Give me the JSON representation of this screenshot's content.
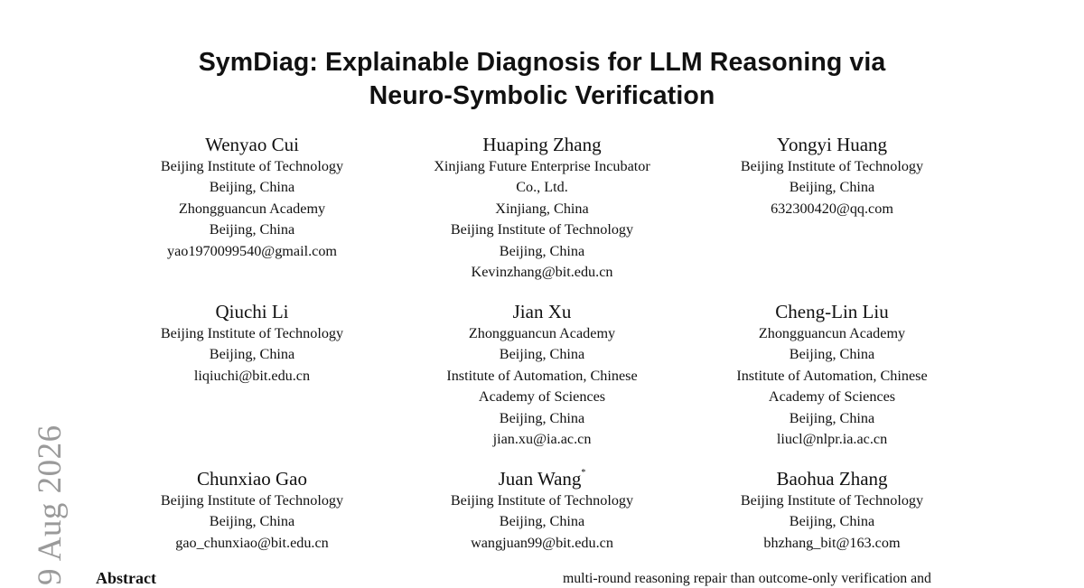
{
  "paper": {
    "title_lines": [
      "SymDiag: Explainable Diagnosis for LLM Reasoning via",
      "Neuro-Symbolic Verification"
    ],
    "authors": [
      {
        "name": "Wenyao Cui",
        "marker": "",
        "lines": [
          "Beijing Institute of Technology",
          "Beijing, China",
          "Zhongguancun Academy",
          "Beijing, China",
          "yao1970099540@gmail.com"
        ]
      },
      {
        "name": "Huaping Zhang",
        "marker": "",
        "lines": [
          "Xinjiang Future Enterprise Incubator",
          "Co., Ltd.",
          "Xinjiang, China",
          "Beijing Institute of Technology",
          "Beijing, China",
          "Kevinzhang@bit.edu.cn"
        ]
      },
      {
        "name": "Yongyi Huang",
        "marker": "",
        "lines": [
          "Beijing Institute of Technology",
          "Beijing, China",
          "632300420@qq.com"
        ]
      },
      {
        "name": "Qiuchi Li",
        "marker": "",
        "lines": [
          "Beijing Institute of Technology",
          "Beijing, China",
          "liqiuchi@bit.edu.cn"
        ]
      },
      {
        "name": "Jian Xu",
        "marker": "",
        "lines": [
          "Zhongguancun Academy",
          "Beijing, China",
          "Institute of Automation, Chinese",
          "Academy of Sciences",
          "Beijing, China",
          "jian.xu@ia.ac.cn"
        ]
      },
      {
        "name": "Cheng-Lin Liu",
        "marker": "",
        "lines": [
          "Zhongguancun Academy",
          "Beijing, China",
          "Institute of Automation, Chinese",
          "Academy of Sciences",
          "Beijing, China",
          "liucl@nlpr.ia.ac.cn"
        ]
      },
      {
        "name": "Chunxiao Gao",
        "marker": "",
        "lines": [
          "Beijing Institute of Technology",
          "Beijing, China",
          "gao_chunxiao@bit.edu.cn"
        ]
      },
      {
        "name": "Juan Wang",
        "marker": "*",
        "lines": [
          "Beijing Institute of Technology",
          "Beijing, China",
          "wangjuan99@bit.edu.cn"
        ]
      },
      {
        "name": "Baohua Zhang",
        "marker": "",
        "lines": [
          "Beijing Institute of Technology",
          "Beijing, China",
          "bhzhang_bit@163.com"
        ]
      }
    ],
    "abstract_heading": "Abstract",
    "right_column_text": "multi-round reasoning repair than outcome-only verification and",
    "side_stamp": "9 Aug 2026"
  }
}
